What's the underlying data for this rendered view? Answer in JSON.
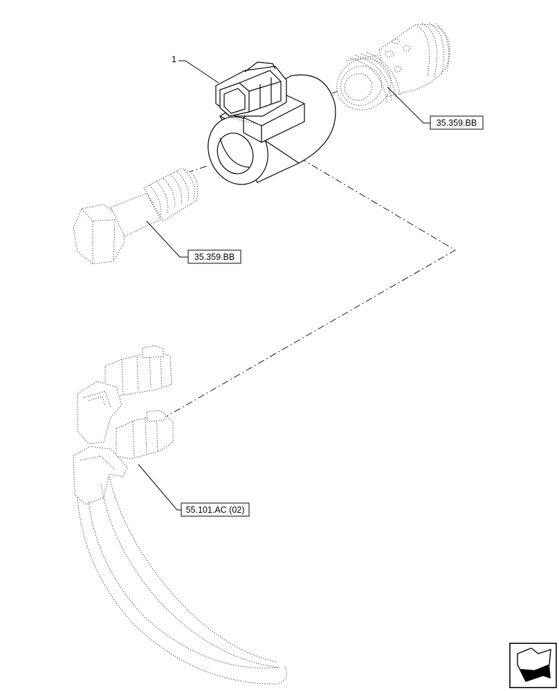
{
  "item_number": "1",
  "references": {
    "cartridge": "35.359.BB",
    "bolt": "35.359.BB",
    "harness": "55.101.AC (02)"
  },
  "icons": {
    "navigation": "next-page-arrow-icon"
  }
}
